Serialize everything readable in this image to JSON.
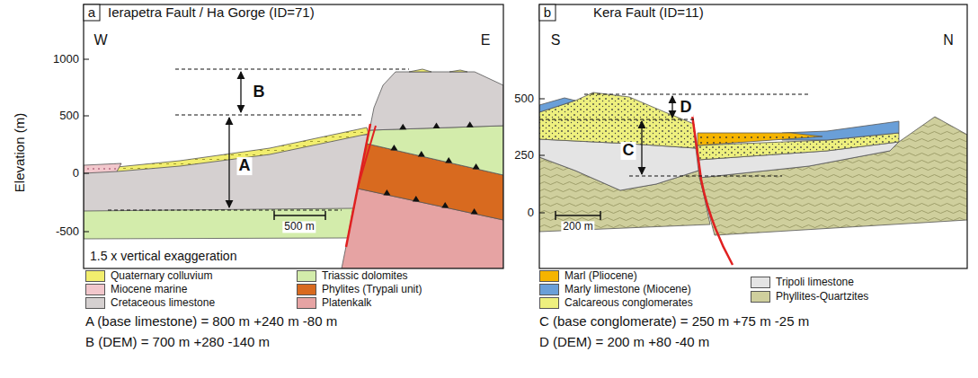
{
  "diagram": {
    "labels": [
      "a",
      "Ierapetra Fault / Ha Gorge (ID=71)",
      "W",
      "E",
      "1000",
      "500",
      "0",
      "-500",
      "Elevation (m)",
      "B",
      "A",
      "500 m",
      "1.5 x vertical exaggeration",
      "A (base limestone) = 800 m +240 m -80 m",
      "B (DEM) = 700 m +280 -140 m",
      "b",
      "Kera Fault (ID=11)",
      "S",
      "N",
      "500",
      "250",
      "0",
      "D",
      "C",
      "200 m",
      "C (base conglomerate) = 250 m +75 m -25 m",
      "D (DEM) = 200 m +80 -40 m"
    ],
    "legend": [
      {
        "text": "Quaternary colluvium",
        "color": "#f2ee6e"
      },
      {
        "text": "Miocene marine",
        "color": "#f2c7cc"
      },
      {
        "text": "Cretaceous limestone",
        "color": "#d5d0d0"
      },
      {
        "text": "Triassic dolomites",
        "color": "#d3ecab"
      },
      {
        "text": "Phylites (Trypali unit)",
        "color": "#d86a1f"
      },
      {
        "text": "Platenkalk",
        "color": "#e6a3a3"
      },
      {
        "text": "Marl (Pliocene)",
        "color": "#f5b400"
      },
      {
        "text": "Marly limestone (Miocene)",
        "color": "#6a9fd8"
      },
      {
        "text": "Calcareous conglomerates",
        "color": "#eef07e"
      },
      {
        "text": "Tripoli limestone",
        "color": "#e4e4e4"
      },
      {
        "text": "Phyllites-Quartzites",
        "color": "#cfcf9d"
      }
    ]
  }
}
